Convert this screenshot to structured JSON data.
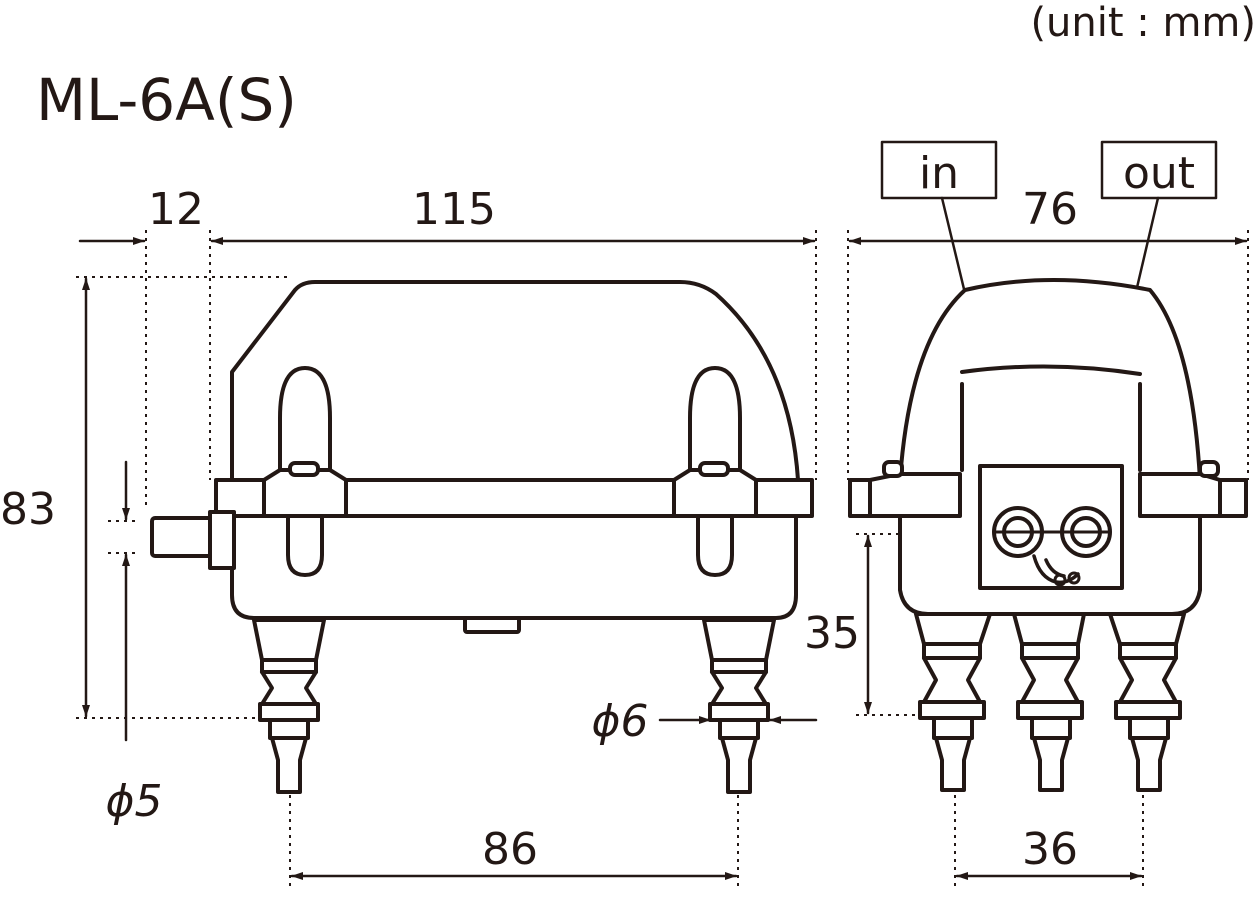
{
  "title": "ML-6A(S)",
  "unit_note": "(unit : mm)",
  "labels": {
    "in": "in",
    "out": "out"
  },
  "dimensions": {
    "offset_12": "12",
    "length_115": "115",
    "height_83": "83",
    "nozzle_phi5": "ϕ5",
    "nozzle_phi6": "ϕ6",
    "pitch_86": "86",
    "width_76": "76",
    "height_35": "35",
    "pitch_36": "36"
  },
  "colors": {
    "line": "#231815",
    "background": "#ffffff"
  }
}
